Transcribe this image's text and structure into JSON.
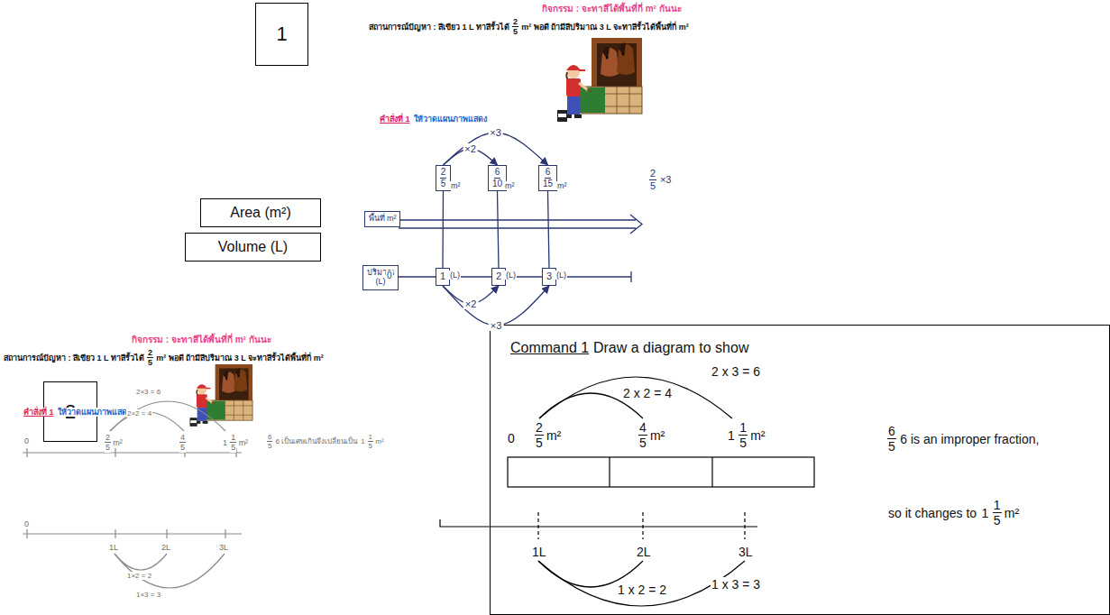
{
  "diagram": {
    "nodes": [
      {
        "text": [
          "1"
        ]
      },
      {
        "text": [
          "Area (m²)"
        ]
      },
      {
        "text": [
          "Volume (L)"
        ]
      },
      {
        "text": [
          "พื้นที่ m²"
        ]
      },
      {
        "text": [
          "2",
          "5"
        ]
      },
      {
        "text": [
          "6",
          "10"
        ]
      },
      {
        "text": [
          "6",
          "15"
        ]
      },
      {
        "text": [
          "ปริมาณ (L)"
        ]
      },
      {
        "text": [
          "1"
        ]
      },
      {
        "text": [
          "2"
        ]
      },
      {
        "text": [
          "3"
        ]
      },
      {
        "text": [
          "2"
        ]
      },
      {
        "text": [
          "Command 1",
          "Draw a diagram to show"
        ]
      }
    ],
    "edges": [
      {
        "from": 4,
        "to": 5,
        "label": "×2",
        "arrow": "to"
      },
      {
        "from": 4,
        "to": 6,
        "label": "×3",
        "arrow": "to"
      },
      {
        "from": 8,
        "to": 9,
        "label": "×2",
        "arrow": "to"
      },
      {
        "from": 8,
        "to": 10,
        "label": "×3",
        "arrow": "to"
      },
      {
        "from": 4,
        "to": 8,
        "arrow": "none"
      },
      {
        "from": 5,
        "to": 9,
        "arrow": "none"
      },
      {
        "from": 6,
        "to": 10,
        "arrow": "none"
      }
    ],
    "labels": [
      "กิจกรรม : จะทาสีได้พื้นที่กี่ m² กันนะ",
      "สถานการณ์ปัญหา : สีเขียว 1 L ทาสีรั้วได้",
      "2",
      "5",
      "m² พอดี ถ้ามีสีปริมาณ 3 L จะทาสีรั้วได้พื้นที่กี่ m²",
      "คำสั่งที่ 1",
      "ให้วาดแผนภาพแสดง",
      "m²",
      "m²",
      "m²",
      "2",
      "5",
      "×3",
      "0",
      "(L)",
      "(L)",
      "(L)",
      "กิจกรรม : จะทาสีได้พื้นที่กี่ m² กันนะ",
      "สถานการณ์ปัญหา : สีเขียว 1 L ทาสีรั้วได้",
      "2",
      "5",
      "m² พอดี ถ้ามีสีปริมาณ 3 L จะทาสีรั้วได้พื้นที่กี่ m²",
      "คำสั่งที่ 1",
      "ให้วาดแผนภาพแสดง",
      "2×3 = 6",
      "2×2 = 4",
      "0",
      "2",
      "5",
      "m²",
      "4",
      "5",
      "1",
      "1",
      "5",
      "m²",
      "6",
      "5",
      "6 เป็นเศษเกินจึงเปลี่ยนเป็น",
      "1",
      "1",
      "5",
      "m²",
      "0",
      "1L",
      "2L",
      "3L",
      "1×2 = 2",
      "1×3 = 3",
      "2 x 3 = 6",
      "2 x 2 = 4",
      "0",
      "2",
      "m²",
      "5",
      "4",
      "m²",
      "5",
      "1",
      "1",
      "m²",
      "5",
      "6",
      "5",
      "6 is an improper fraction,",
      "so it changes to",
      "1",
      "1",
      "m²",
      "5",
      "1L",
      "2L",
      "3L",
      "1 x 2 = 2",
      "1 x 3 = 3"
    ]
  }
}
